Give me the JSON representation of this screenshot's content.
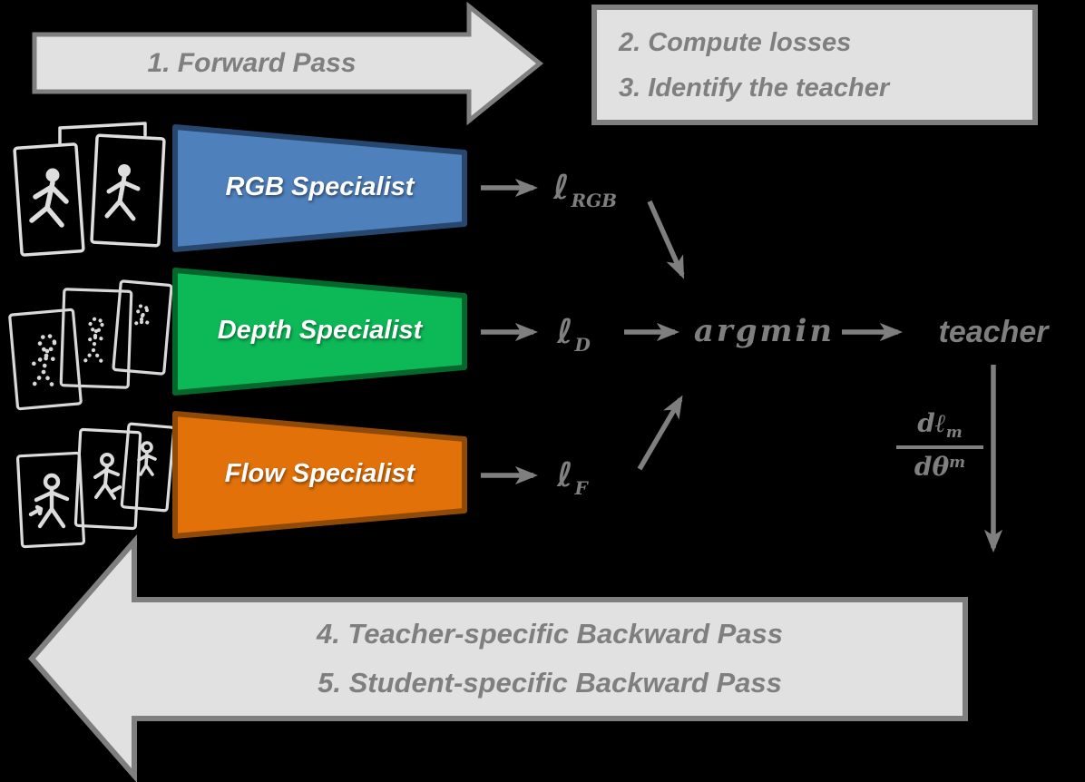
{
  "top_arrow": {
    "label": "1. Forward Pass"
  },
  "steps_box": {
    "line1": "2. Compute losses",
    "line2": "3. Identify the teacher"
  },
  "specialists": [
    {
      "label": "RGB Specialist",
      "fill": "#4e80bc",
      "stroke": "#27476f",
      "loss_symbol": "ℓ",
      "loss_sub": "RGB",
      "input_icon": "rgb-video-frames-sketch"
    },
    {
      "label": "Depth Specialist",
      "fill": "#0cb956",
      "stroke": "#04672c",
      "loss_symbol": "ℓ",
      "loss_sub": "D",
      "input_icon": "depth-frames-sketch"
    },
    {
      "label": "Flow Specialist",
      "fill": "#e2710a",
      "stroke": "#8f4a07",
      "loss_symbol": "ℓ",
      "loss_sub": "F",
      "input_icon": "flow-frames-sketch"
    }
  ],
  "selector": {
    "argmin": "argmin",
    "teacher": "teacher"
  },
  "gradient": {
    "numerator_main": "dℓ",
    "numerator_sub": "m",
    "denominator_main": "dθ",
    "denominator_sup": "m"
  },
  "bottom_arrow": {
    "line1": "4. Teacher-specific Backward Pass",
    "line2": "5. Student-specific Backward Pass"
  },
  "colors": {
    "background": "#000000",
    "arrow_fill": "#e1e1e1",
    "arrow_stroke": "#7f7f7f",
    "gray_text": "#7f7f7f"
  }
}
